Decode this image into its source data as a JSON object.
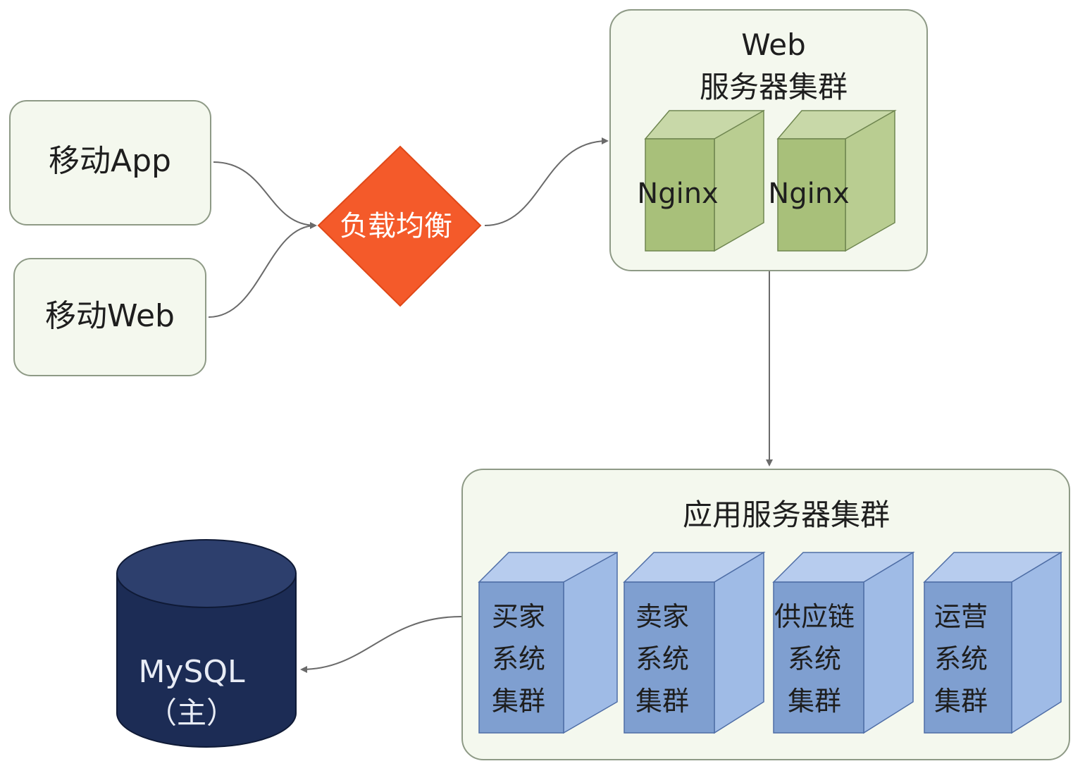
{
  "nodes": {
    "mobile_app": "移动App",
    "mobile_web": "移动Web",
    "load_balancer": "负载均衡",
    "web_cluster": {
      "title_line1": "Web",
      "title_line2": "服务器集群",
      "server1": "Nginx",
      "server2": "Nginx"
    },
    "app_cluster": {
      "title": "应用服务器集群",
      "servers": [
        {
          "line1": "买家",
          "line2": "系统",
          "line3": "集群"
        },
        {
          "line1": "卖家",
          "line2": "系统",
          "line3": "集群"
        },
        {
          "line1": "供应链",
          "line2": "系统",
          "line3": "集群"
        },
        {
          "line1": "运营",
          "line2": "系统",
          "line3": "集群"
        }
      ]
    },
    "database": {
      "line1": "MySQL",
      "line2": "（主）"
    }
  },
  "colors": {
    "client_fill": "#f4f8ee",
    "client_stroke": "#8e9a86",
    "diamond": "#f45a2a",
    "green_front": "#a8c07a",
    "green_side": "#b9cd91",
    "green_top": "#c8d8a8",
    "blue_front": "#7f9fd0",
    "blue_side": "#9fbbe6",
    "blue_top": "#b7ccee",
    "db_body": "#1c2c55",
    "db_top": "#2d3f6d",
    "connector": "#6a6a6a"
  }
}
